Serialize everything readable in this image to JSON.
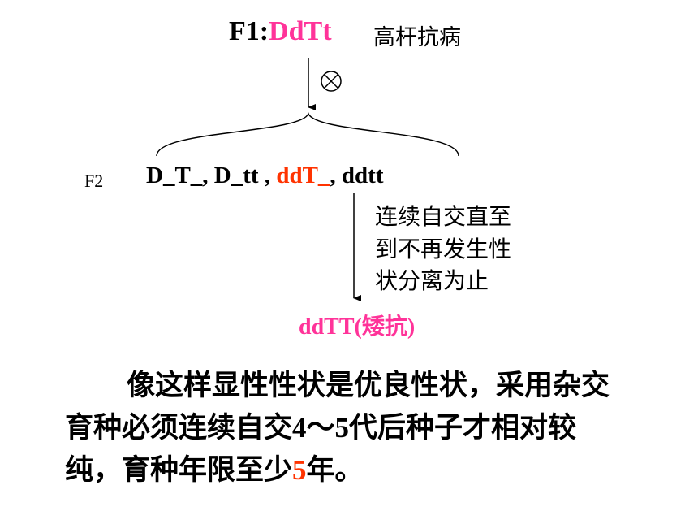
{
  "f1": {
    "prefix": "F1:",
    "genotype": "DdTt",
    "trait": "高杆抗病"
  },
  "cross_symbol": "⊗",
  "f2": {
    "label": "F2",
    "genotypes": [
      {
        "text": "D_T_",
        "sep": ", "
      },
      {
        "text": "D_tt",
        "sep": " , "
      },
      {
        "text": "ddT_",
        "sep": ", ",
        "highlight": true
      },
      {
        "text": "ddtt",
        "sep": ""
      }
    ]
  },
  "note": [
    "连续自交直至",
    "到不再发生性",
    "状分离为止"
  ],
  "result": "ddTT(矮抗)",
  "paragraph": {
    "part1": "像这样显性性状是优良性状，采用杂交育种必须连续自交",
    "num1": "4",
    "tilde": "～",
    "num2": "5",
    "part2": "代后种子才相对较纯，育种年限至少",
    "highlight": "5",
    "part3": "年。"
  },
  "colors": {
    "genotype_pink": "#ff3399",
    "highlight_red": "#ff3300"
  }
}
